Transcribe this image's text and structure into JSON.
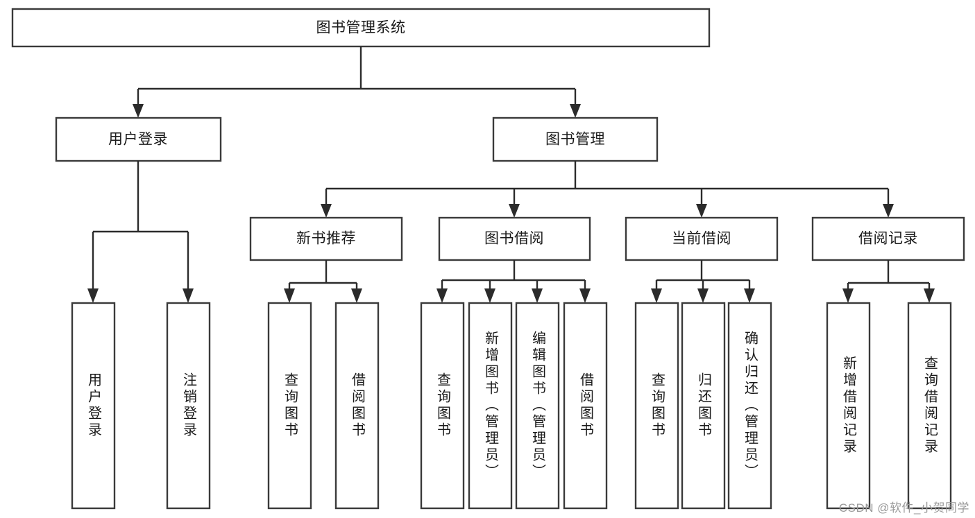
{
  "diagram": {
    "type": "tree-hierarchy-chart",
    "root": {
      "label": "图书管理系统"
    },
    "level2": [
      {
        "label": "用户登录"
      },
      {
        "label": "图书管理"
      }
    ],
    "level3": [
      {
        "label": "新书推荐"
      },
      {
        "label": "图书借阅"
      },
      {
        "label": "当前借阅"
      },
      {
        "label": "借阅记录"
      }
    ],
    "leaves": {
      "user_login": [
        {
          "label": "用户登录"
        },
        {
          "label": "注销登录"
        }
      ],
      "new_book_recommend": [
        {
          "label": "查询图书"
        },
        {
          "label": "借阅图书"
        }
      ],
      "book_borrow": [
        {
          "label": "查询图书"
        },
        {
          "label": "新增图书（管理员）"
        },
        {
          "label": "编辑图书（管理员）"
        },
        {
          "label": "借阅图书"
        }
      ],
      "current_borrow": [
        {
          "label": "查询图书"
        },
        {
          "label": "归还图书"
        },
        {
          "label": "确认归还（管理员）"
        }
      ],
      "borrow_record": [
        {
          "label": "新增借阅记录"
        },
        {
          "label": "查询借阅记录"
        }
      ]
    }
  },
  "watermark": {
    "text": "CSDN @软件_小贺同学"
  },
  "colors": {
    "background": "#ffffff",
    "box_fill": "#ffffff",
    "box_stroke": "#3a3a3a",
    "connector": "#2b2b2b",
    "text": "#1a1a1a",
    "watermark": "#9a9a9a"
  }
}
